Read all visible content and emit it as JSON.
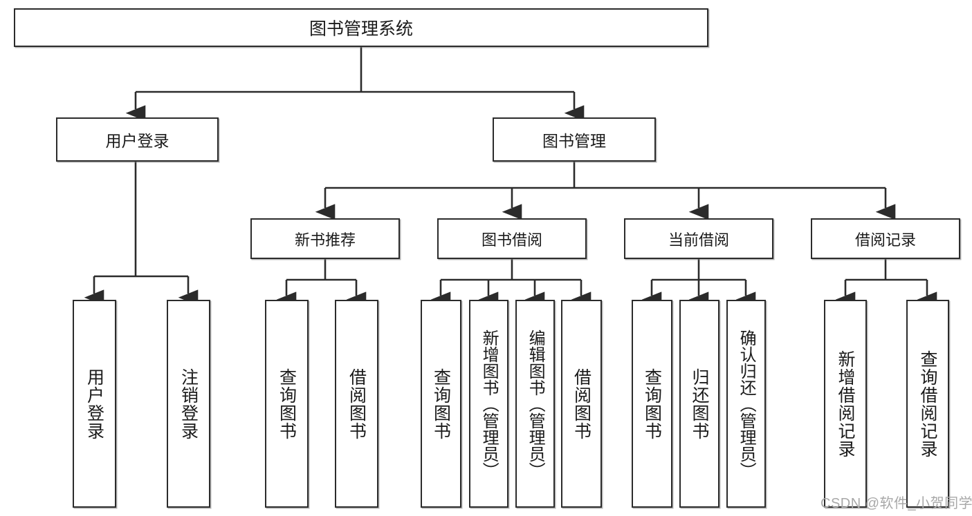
{
  "diagram": {
    "title": "图书管理系统",
    "type": "hierarchy-tree",
    "line_color": "#2b2b2b",
    "box_fill": "#ffffff",
    "text_color": "#1a1a1a"
  },
  "root": {
    "label": "图书管理系统"
  },
  "level2": [
    {
      "label": "用户登录"
    },
    {
      "label": "图书管理"
    }
  ],
  "level3": [
    {
      "label": "新书推荐"
    },
    {
      "label": "图书借阅"
    },
    {
      "label": "当前借阅"
    },
    {
      "label": "借阅记录"
    }
  ],
  "leaves": {
    "user_login": [
      {
        "label": "用户登录"
      },
      {
        "label": "注销登录"
      }
    ],
    "new_book_recommend": [
      {
        "label": "查询图书"
      },
      {
        "label": "借阅图书"
      }
    ],
    "book_borrow": [
      {
        "label": "查询图书"
      },
      {
        "label": "新增图书（管理员）"
      },
      {
        "label": "编辑图书（管理员）"
      },
      {
        "label": "借阅图书"
      }
    ],
    "current_borrow": [
      {
        "label": "查询图书"
      },
      {
        "label": "归还图书"
      },
      {
        "label": "确认归还（管理员）"
      }
    ],
    "borrow_record": [
      {
        "label": "新增借阅记录"
      },
      {
        "label": "查询借阅记录"
      }
    ]
  },
  "watermark": {
    "text": "CSDN @软件_小贺同学"
  }
}
